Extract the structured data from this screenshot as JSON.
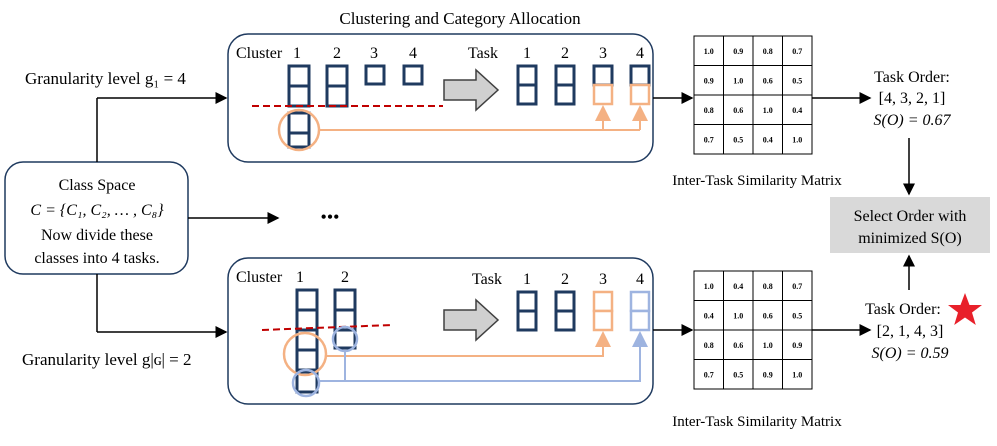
{
  "title": "Clustering and Category Allocation",
  "class_space": {
    "line1": "Class Space",
    "line2": "C = {C₁, C₂, … , C₈}",
    "line3": "Now divide these",
    "line4": "classes into 4 tasks."
  },
  "ellipsis": "•••",
  "top_branch": {
    "granularity_label": "Granularity level g₁ = 4",
    "cluster_prefix": "Cluster",
    "cluster_labels": [
      "1",
      "2",
      "3",
      "4"
    ],
    "task_prefix": "Task",
    "task_labels": [
      "1",
      "2",
      "3",
      "4"
    ],
    "matrix": [
      [
        "1.0",
        "0.9",
        "0.8",
        "0.7"
      ],
      [
        "0.9",
        "1.0",
        "0.6",
        "0.5"
      ],
      [
        "0.8",
        "0.6",
        "1.0",
        "0.4"
      ],
      [
        "0.7",
        "0.5",
        "0.4",
        "1.0"
      ]
    ],
    "matrix_caption": "Inter-Task Similarity Matrix",
    "order_title": "Task Order:",
    "order_value": "[4, 3, 2, 1]",
    "score": "S(O) = 0.67"
  },
  "bottom_branch": {
    "granularity_label": "Granularity level g|ɢ| = 2",
    "cluster_prefix": "Cluster",
    "cluster_labels": [
      "1",
      "2"
    ],
    "task_prefix": "Task",
    "task_labels": [
      "1",
      "2",
      "3",
      "4"
    ],
    "matrix": [
      [
        "1.0",
        "0.4",
        "0.8",
        "0.7"
      ],
      [
        "0.4",
        "1.0",
        "0.6",
        "0.5"
      ],
      [
        "0.8",
        "0.6",
        "1.0",
        "0.9"
      ],
      [
        "0.7",
        "0.5",
        "0.9",
        "1.0"
      ]
    ],
    "matrix_caption": "Inter-Task Similarity Matrix",
    "order_title": "Task Order:",
    "order_value": "[2, 1, 4, 3]",
    "score": "S(O) = 0.59"
  },
  "select": {
    "line1": "Select Order with",
    "line2": "minimized S(O)"
  },
  "colors": {
    "navy": "#1f3a5f",
    "orange": "#f4b183",
    "blue": "#9eb4e0",
    "red_dash": "#c00000",
    "star": "#e8202a",
    "gray_box": "#d9d9d9",
    "arrow_fill": "#d0d0d0"
  }
}
